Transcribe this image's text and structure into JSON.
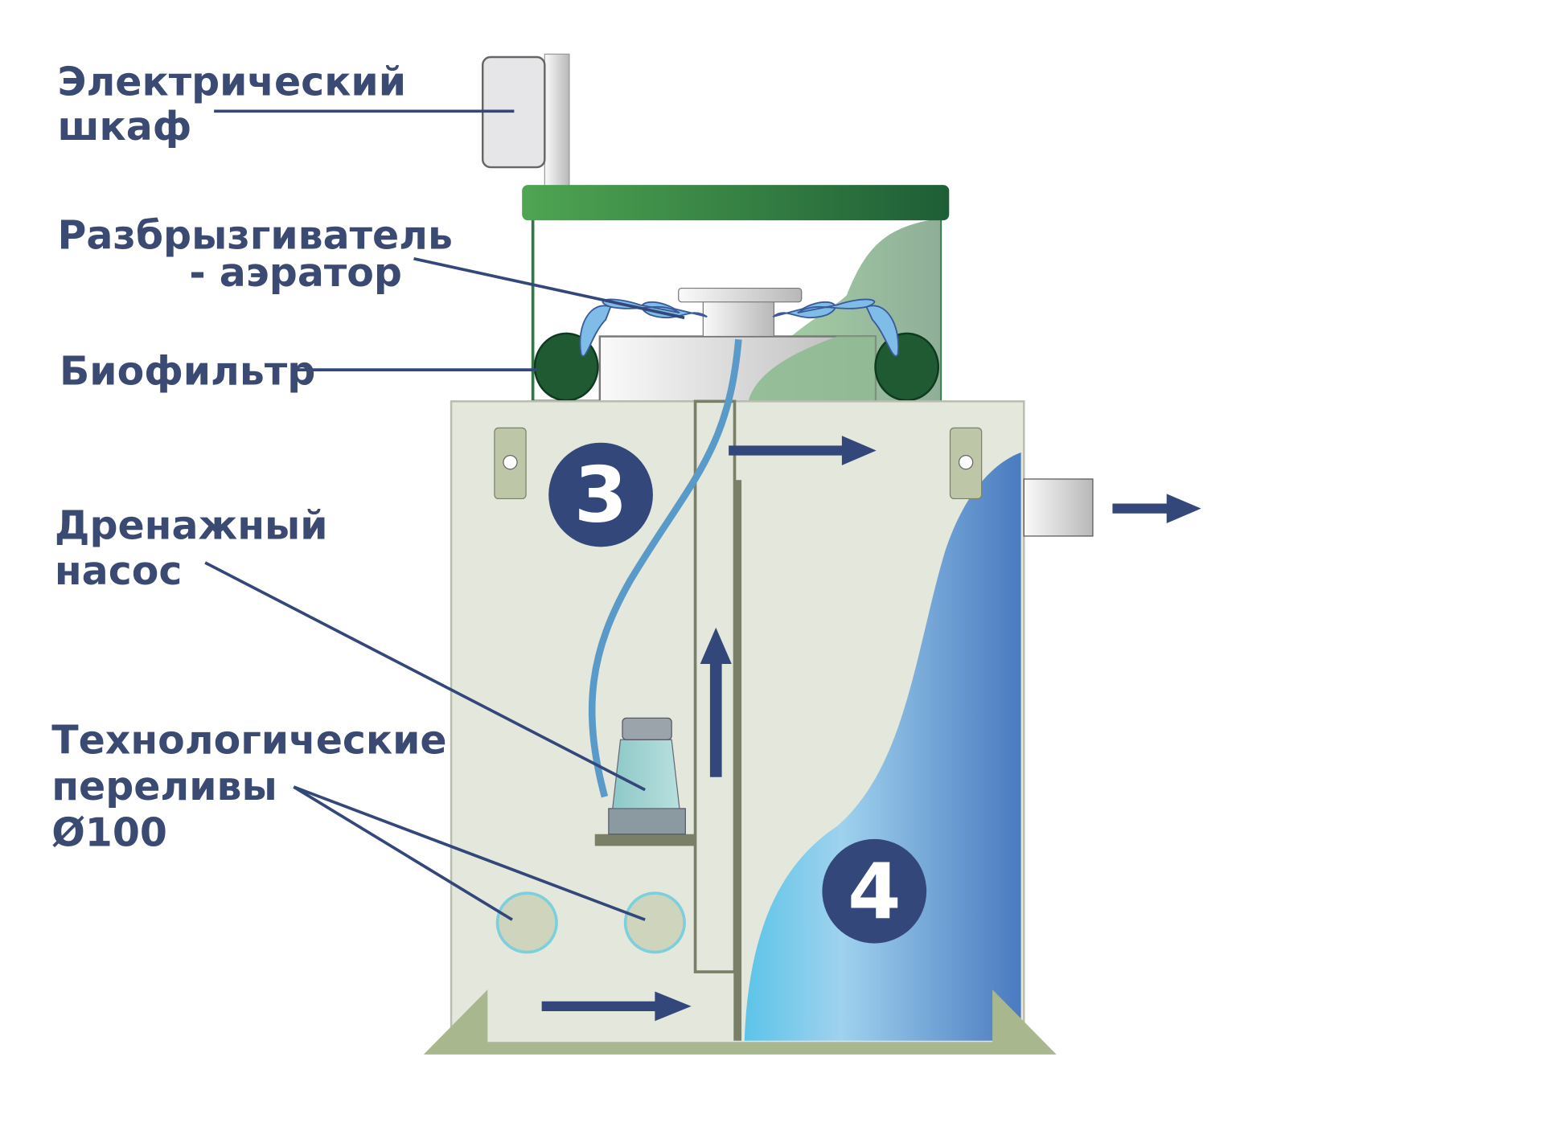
{
  "labels": {
    "cabinet_line1": "Электрический",
    "cabinet_line2": "шкаф",
    "sprinkler_line1": "Разбрызгиватель",
    "sprinkler_line2": "- аэратор",
    "biofilter": "Биофильтр",
    "pump_line1": "Дренажный",
    "pump_line2": "насос",
    "overflow_line1": "Технологические",
    "overflow_line2": "переливы",
    "overflow_line3": "Ø100"
  },
  "chambers": {
    "left": "3",
    "right": "4"
  },
  "colors": {
    "label": "#3a4a72",
    "lid_left": "#4fa552",
    "lid_right": "#1e5e36",
    "tank": "#e4e8dc",
    "water_light": "#5cc4e8",
    "water_dark": "#4a7ac0",
    "badge": "#34477a"
  }
}
